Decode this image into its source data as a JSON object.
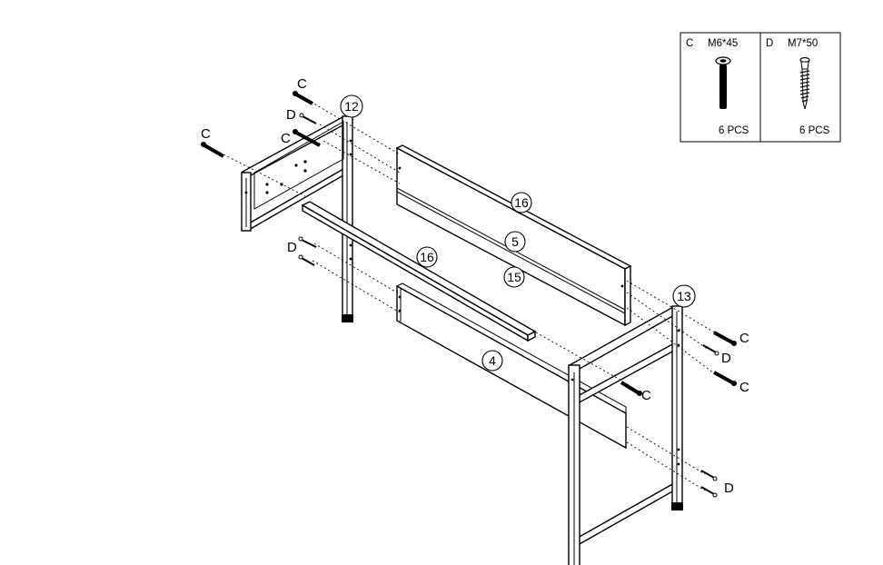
{
  "hardware": [
    {
      "letter": "C",
      "spec": "M6*45",
      "qty": "6 PCS",
      "icon": "bolt-icon"
    },
    {
      "letter": "D",
      "spec": "M7*50",
      "qty": "6 PCS",
      "icon": "wood-screw-icon"
    }
  ],
  "parts": {
    "p12": "12",
    "p13": "13",
    "p16a": "16",
    "p16b": "16",
    "p5": "5",
    "p15": "15",
    "p4": "4"
  },
  "callouts": {
    "c1": "C",
    "d1": "D",
    "c2": "C",
    "c3": "C",
    "d2": "D",
    "c4": "C",
    "d3": "D",
    "c5": "C",
    "c6": "C",
    "d4": "D"
  }
}
